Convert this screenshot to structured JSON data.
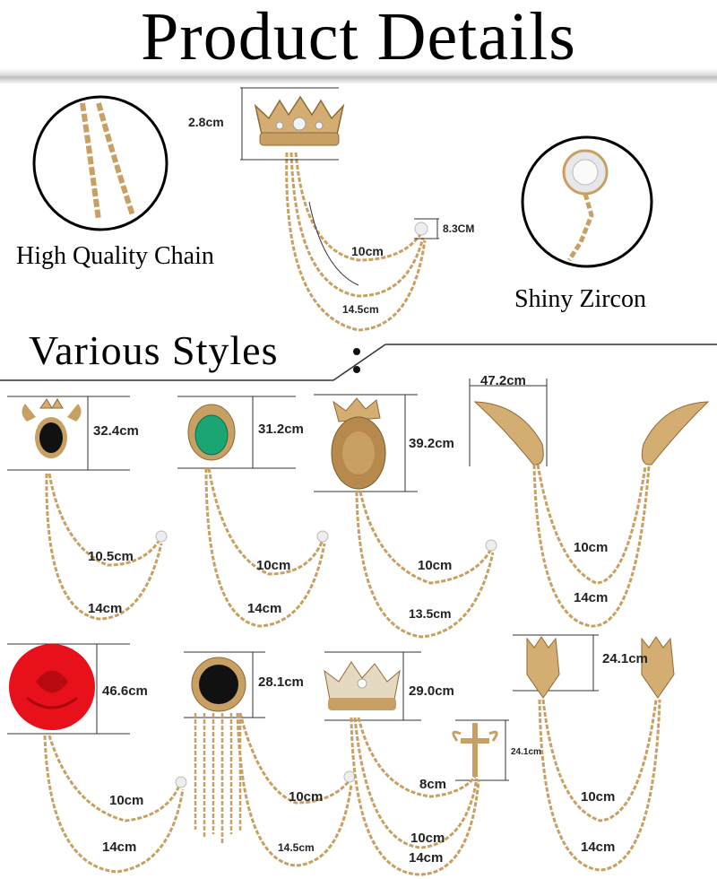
{
  "header": {
    "title": "Product Details"
  },
  "top_section": {
    "left_circle_label": "High Quality Chain",
    "right_circle_label": "Shiny Zircon",
    "main_item": {
      "height": "2.8cm",
      "stone": "8.3CM",
      "chain_short": "10cm",
      "chain_long": "14.5cm"
    }
  },
  "styles_heading": "Various Styles",
  "row1": [
    {
      "name": "black-gem-crest",
      "height": "32.4cm",
      "chain_short": "10.5cm",
      "chain_long": "14cm"
    },
    {
      "name": "green-gem-crest",
      "height": "31.2cm",
      "chain_short": "10cm",
      "chain_long": "14cm"
    },
    {
      "name": "lion-king",
      "height": "39.2cm",
      "chain_short": "10cm",
      "chain_long": "13.5cm"
    },
    {
      "name": "angel-wings",
      "width": "47.2cm",
      "chain_short": "10cm",
      "chain_long": "14cm"
    }
  ],
  "row2": [
    {
      "name": "red-rose",
      "height": "46.6cm",
      "chain_short": "10cm",
      "chain_long": "14cm"
    },
    {
      "name": "black-circle-tassel",
      "height": "28.1cm",
      "chain_short": "10cm",
      "chain_long": "14.5cm"
    },
    {
      "name": "crystal-crown-cross",
      "height": "29.0cm",
      "cross_height": "24.1cm",
      "chain_top": "8cm",
      "chain_short": "10cm",
      "chain_long": "14cm"
    },
    {
      "name": "wolf-heads",
      "height": "24.1cm",
      "chain_short": "10cm",
      "chain_long": "14cm"
    }
  ],
  "colors": {
    "gold": "#c9a063",
    "gold_dark": "#8f6a35",
    "rose_red": "#e8101a",
    "emerald": "#1aa572",
    "black_gem": "#111111"
  }
}
